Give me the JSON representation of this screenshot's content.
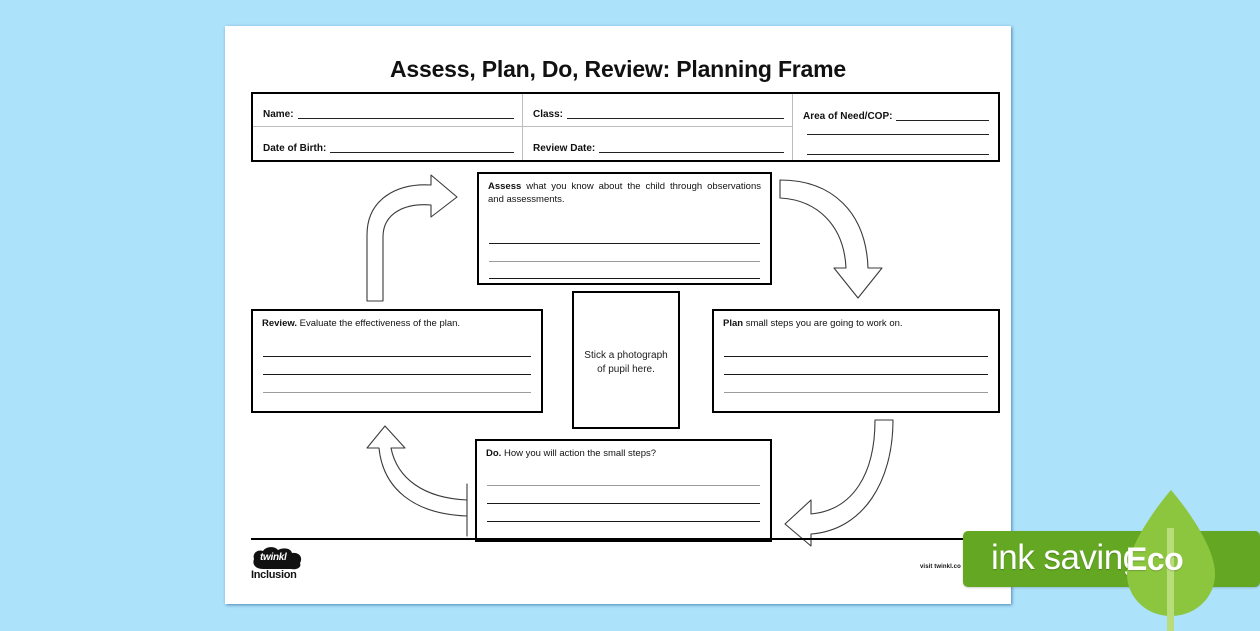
{
  "page": {
    "title": "Assess, Plan, Do, Review: Planning Frame",
    "background_color": "#ade2fb",
    "paper_color": "#ffffff"
  },
  "details": {
    "name_label": "Name:",
    "class_label": "Class:",
    "area_label": "Area of Need/COP:",
    "dob_label": "Date of Birth:",
    "review_date_label": "Review Date:"
  },
  "boxes": {
    "assess": {
      "lead": "Assess",
      "text": " what you know about the child through observations and assessments.",
      "write_lines": 3
    },
    "review": {
      "lead": "Review.",
      "text": " Evaluate the effectiveness of the plan.",
      "write_lines": 3
    },
    "plan": {
      "lead": "Plan",
      "text": " small steps you are going to work on.",
      "write_lines": 3
    },
    "do": {
      "lead": "Do.",
      "text": " How you will action the small steps?",
      "write_lines": 3
    },
    "photo": {
      "line1": "Stick a photograph",
      "line2": "of pupil here."
    }
  },
  "arrows": {
    "assess_to_plan": "curved-arrow-down-right-icon",
    "plan_to_do": "curved-arrow-down-left-icon",
    "do_to_review": "curved-arrow-up-left-icon",
    "review_to_assess": "curved-arrow-up-right-icon"
  },
  "footer": {
    "logo_word": "twinkl",
    "logo_sub": "Inclusion",
    "visit_text": "visit twinkl.co"
  },
  "eco_badge": {
    "ink_text": "ink saving",
    "eco_text": "Eco",
    "bar_color": "#63a723",
    "leaf_color": "#8cc63e"
  }
}
